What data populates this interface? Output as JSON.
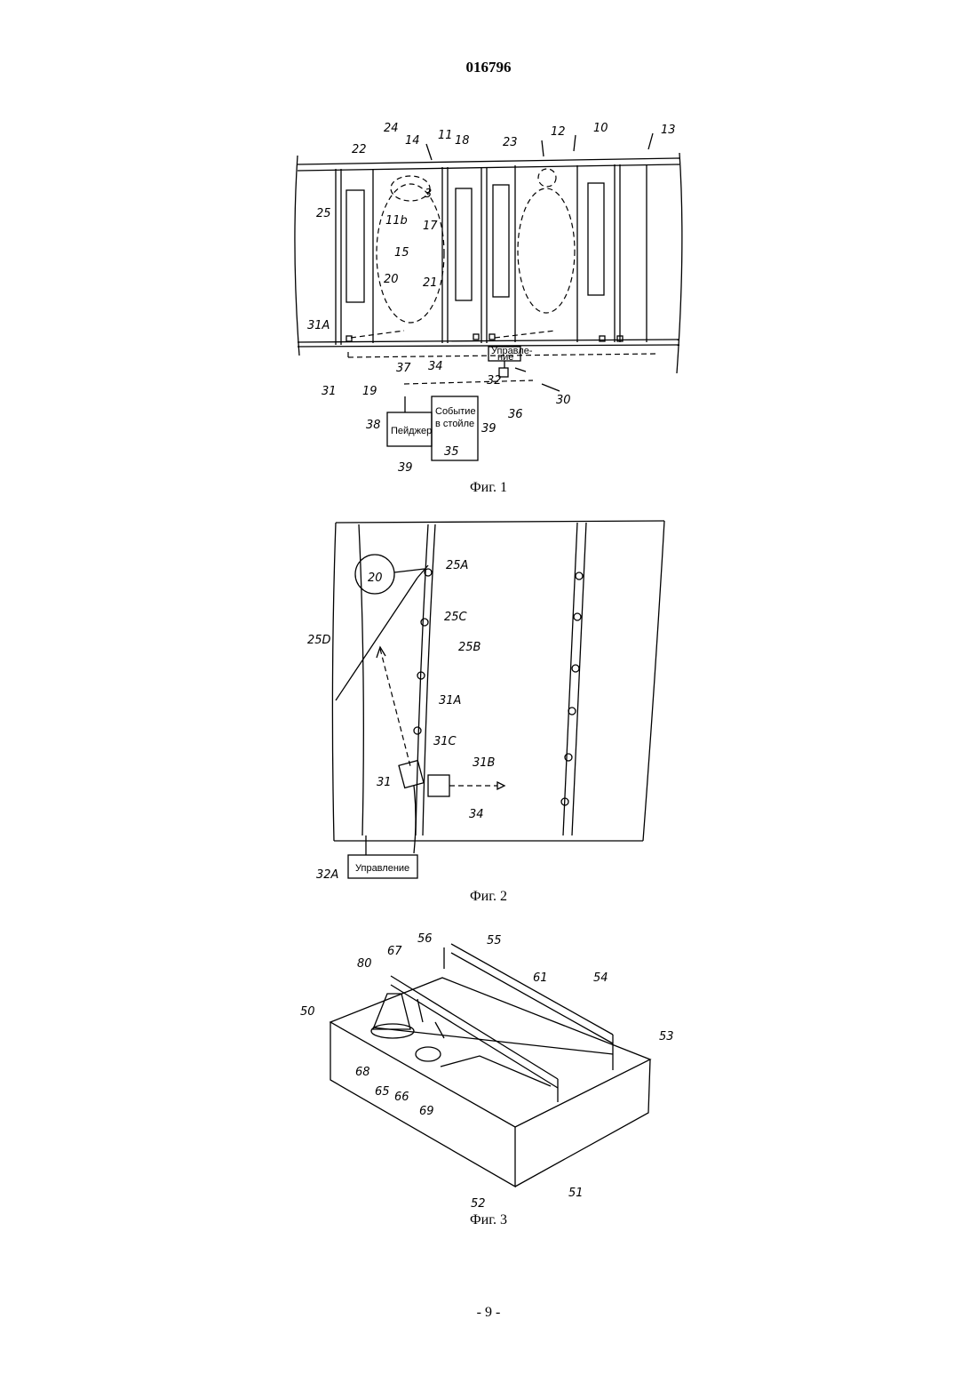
{
  "header": {
    "doc_number": "016796"
  },
  "figures": [
    {
      "caption": "Фиг. 1",
      "labels": {
        "control_box": [
          "Управле-",
          "ние"
        ],
        "pager": "Пейджер",
        "event_box": [
          "Событие",
          "в стойле"
        ],
        "refs": [
          "24",
          "14",
          "11",
          "18",
          "23",
          "12",
          "10",
          "13",
          "22",
          "25",
          "11b",
          "15",
          "17",
          "20",
          "21",
          "31A",
          "31",
          "19",
          "37",
          "34",
          "32",
          "36",
          "30",
          "38",
          "39",
          "35",
          "3"
        ]
      }
    },
    {
      "caption": "Фиг. 2",
      "labels": {
        "control": "Управление",
        "refs": [
          "25A",
          "25C",
          "25B",
          "25D",
          "20",
          "31A",
          "31C",
          "31B",
          "31",
          "34",
          "32A"
        ]
      }
    },
    {
      "caption": "Фиг. 3",
      "labels": {
        "refs": [
          "80",
          "67",
          "56",
          "55",
          "61",
          "54",
          "50",
          "53",
          "68",
          "65",
          "66",
          "69",
          "52",
          "51"
        ]
      }
    }
  ],
  "footer": {
    "page_number": "- 9 -"
  }
}
